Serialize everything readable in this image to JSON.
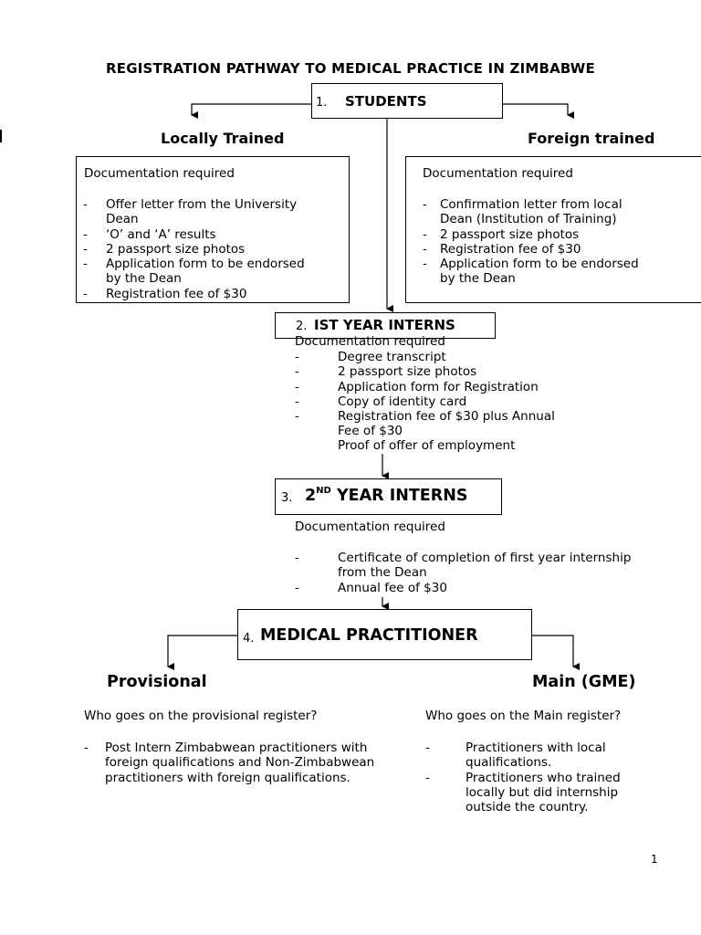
{
  "document": {
    "title": "REGISTRATION PATHWAY TO MEDICAL PRACTICE IN ZIMBABWE",
    "page_number": "1"
  },
  "students": {
    "number": "1.",
    "label": "STUDENTS"
  },
  "locally_trained": {
    "heading": "Locally Trained",
    "doc_heading": "Documentation required",
    "items": [
      {
        "dash": "-",
        "text": "Offer letter from the University",
        "cont": "Dean"
      },
      {
        "dash": "-",
        "text": "‘O’ and ‘A’ results",
        "cont": ""
      },
      {
        "dash": "-",
        "text": "2 passport size photos",
        "cont": ""
      },
      {
        "dash": "-",
        "text": "Application form to be endorsed",
        "cont": "by the Dean"
      },
      {
        "dash": "-",
        "text": "Registration fee of $30",
        "cont": ""
      }
    ]
  },
  "foreign_trained": {
    "heading": "Foreign trained",
    "doc_heading": "Documentation required",
    "items": [
      {
        "dash": "-",
        "text": "Confirmation letter from local",
        "cont": "Dean (Institution of Training)"
      },
      {
        "dash": "-",
        "text": "2 passport size photos",
        "cont": ""
      },
      {
        "dash": "-",
        "text": "Registration fee of $30",
        "cont": ""
      },
      {
        "dash": "-",
        "text": "Application form to be endorsed",
        "cont": "by the Dean"
      }
    ]
  },
  "first_year": {
    "number": "2.",
    "label": "IST YEAR INTERNS",
    "doc_heading": "Documentation required",
    "items": [
      {
        "dash": "-",
        "text": "Degree transcript",
        "cont": ""
      },
      {
        "dash": "-",
        "text": "2 passport size photos",
        "cont": ""
      },
      {
        "dash": "-",
        "text": "Application form for Registration",
        "cont": ""
      },
      {
        "dash": "-",
        "text": "Copy of identity card",
        "cont": ""
      },
      {
        "dash": "-",
        "text": "Registration fee of $30 plus Annual",
        "cont": "Fee of $30"
      }
    ],
    "extra": "Proof of offer of employment"
  },
  "second_year": {
    "number": "3.",
    "label_pre": "2",
    "label_sup": "ND",
    "label_post": "YEAR INTERNS",
    "doc_heading": "Documentation required",
    "items": [
      {
        "dash": "-",
        "text": "Certificate of completion of first year internship",
        "cont": "from the Dean"
      },
      {
        "dash": "-",
        "text": "Annual fee of $30",
        "cont": ""
      }
    ]
  },
  "practitioner": {
    "number": "4.",
    "label": "MEDICAL PRACTITIONER"
  },
  "provisional": {
    "heading": "Provisional",
    "question": "Who goes on the provisional register?",
    "items": [
      {
        "dash": "-",
        "lines": [
          "Post Intern Zimbabwean practitioners with",
          "foreign qualifications and Non-Zimbabwean",
          "practitioners with foreign qualifications."
        ]
      }
    ]
  },
  "main_register": {
    "heading": "Main (GME)",
    "question": "Who goes on the Main register?",
    "items": [
      {
        "dash": "-",
        "lines": [
          "Practitioners with local",
          "qualifications."
        ]
      },
      {
        "dash": "-",
        "lines": [
          "Practitioners who trained",
          "locally but did internship",
          "outside the country."
        ]
      }
    ]
  }
}
